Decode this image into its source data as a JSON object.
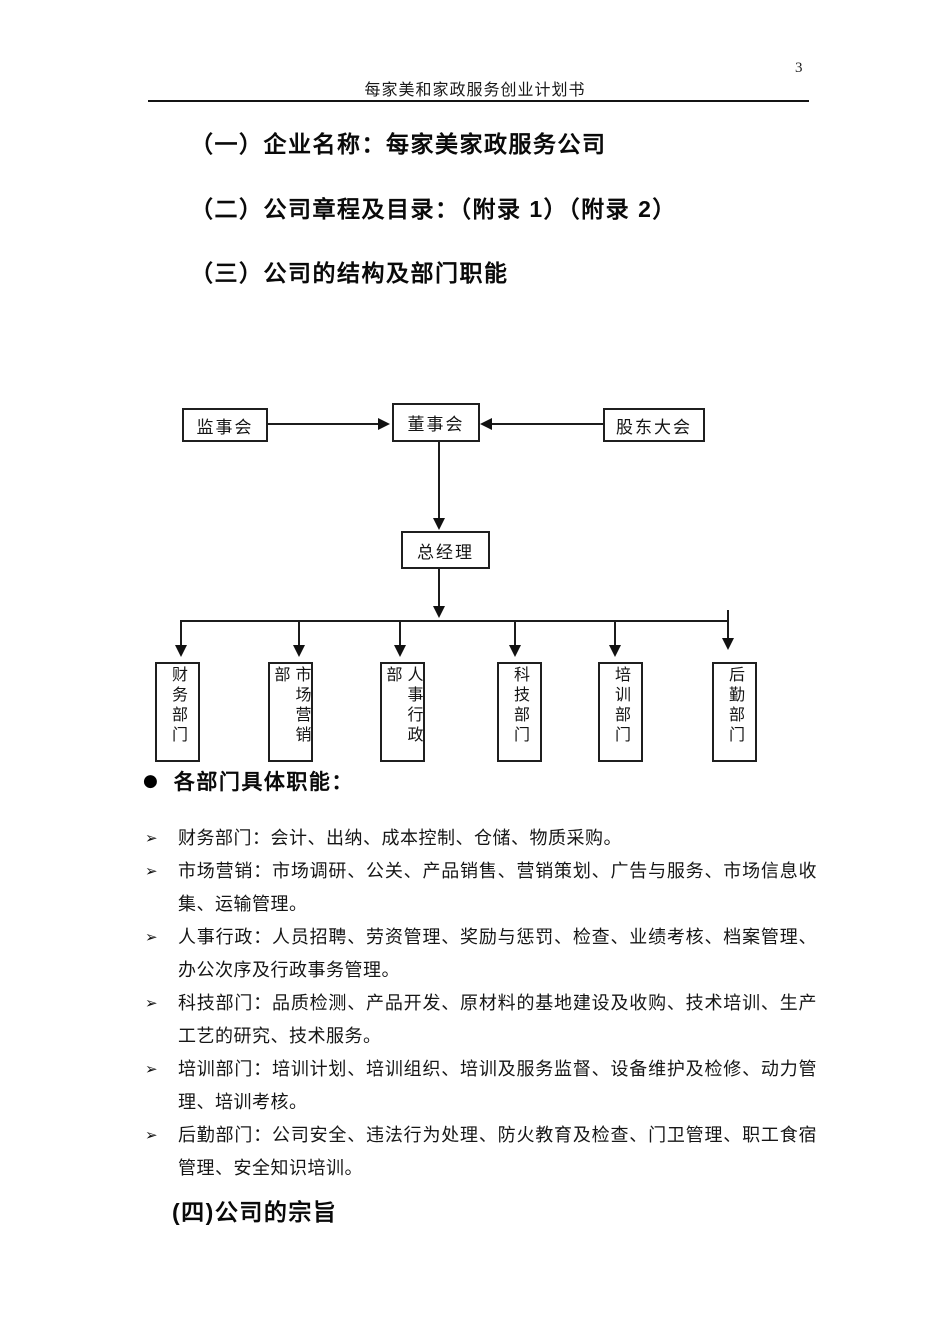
{
  "page": {
    "number": "3",
    "header_title": "每家美和家政服务创业计划书"
  },
  "headings": {
    "one": "（一）企业名称：每家美家政服务公司",
    "two": "（二）公司章程及目录：（附录 1）（附录 2）",
    "three": "（三）公司的结构及部门职能",
    "four": "(四)公司的宗旨"
  },
  "org_chart": {
    "supervisory_board": "监事会",
    "board_of_directors": "董事会",
    "shareholders_meeting": "股东大会",
    "general_manager": "总经理",
    "departments": [
      "财务部门",
      "市场营销部",
      "人事行政部",
      "科技部门",
      "培训部门",
      "后勤部门"
    ]
  },
  "functions": {
    "bullet_icon": "●",
    "title": "各部门具体职能：",
    "item_marker": "➢",
    "items": [
      "财务部门：会计、出纳、成本控制、仓储、物质采购。",
      "市场营销：市场调研、公关、产品销售、营销策划、广告与服务、市场信息收集、运输管理。",
      "人事行政：人员招聘、劳资管理、奖励与惩罚、检查、业绩考核、档案管理、办公次序及行政事务管理。",
      "科技部门：品质检测、产品开发、原材料的基地建设及收购、技术培训、生产工艺的研究、技术服务。",
      "培训部门：培训计划、培训组织、培训及服务监督、设备维护及检修、动力管理、培训考核。",
      "后勤部门：公司安全、违法行为处理、防火教育及检查、门卫管理、职工食宿管理、安全知识培训。"
    ]
  }
}
